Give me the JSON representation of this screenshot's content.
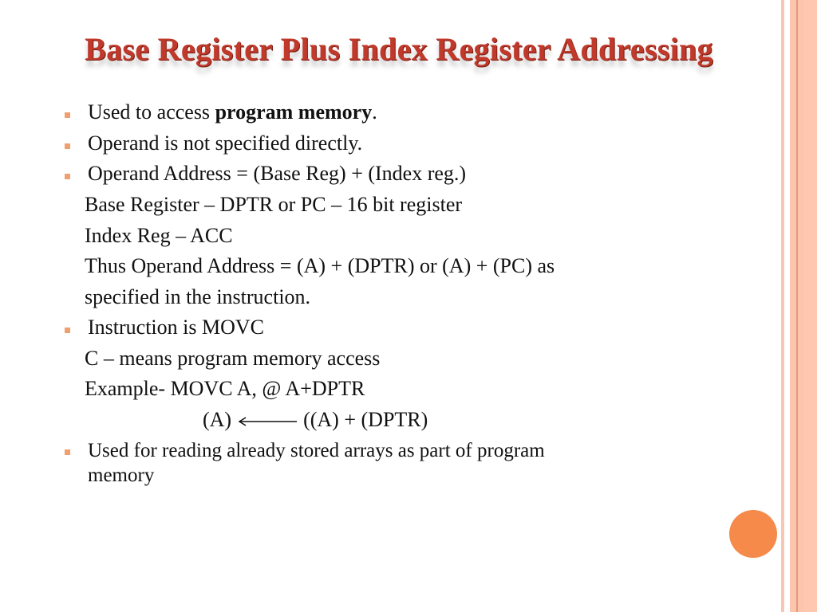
{
  "slide": {
    "title": "Base Register Plus Index Register Addressing",
    "bullet1": {
      "text": "Used to access ",
      "bold": "program memory",
      "end": "."
    },
    "bullet2": "Operand is not specified directly.",
    "bullet3": "Operand Address = (Base Reg) + (Index reg.)",
    "line_base": "Base Register – DPTR or PC – 16 bit register",
    "line_index": "Index Reg – ACC",
    "line_thus": "Thus Operand Address =  (A) + (DPTR)  or (A) + (PC) as",
    "line_specified": "specified in the instruction.",
    "bullet4": "Instruction is MOVC",
    "line_c": "C – means program memory access",
    "line_example": "Example- MOVC  A, @ A+DPTR",
    "line_arrow_left": "(A)",
    "line_arrow_right": "((A) + (DPTR)",
    "bullet5_line1": "Used for reading already stored arrays as part of program",
    "bullet5_line2": "memory"
  },
  "colors": {
    "title": "#c0392b",
    "bullet": "#f0a070",
    "accent": "#f58a4b",
    "border": "#fcc9b5"
  }
}
